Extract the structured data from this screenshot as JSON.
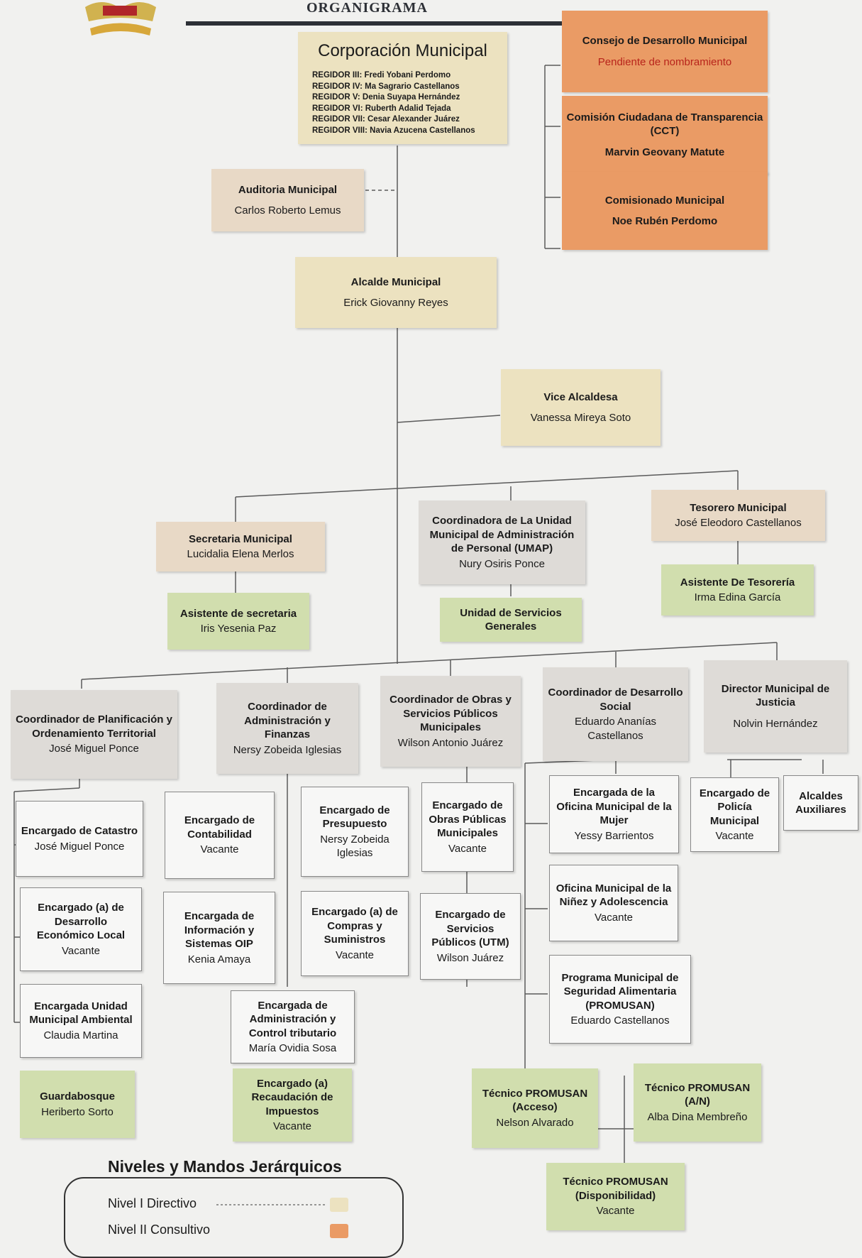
{
  "header": {
    "title": "ORGANIGRAMA"
  },
  "corporacion": {
    "title": "Corporación Municipal",
    "regidores": [
      "REGIDOR III: Fredi Yobani Perdomo",
      "REGIDOR IV: Ma Sagrario Castellanos",
      "REGIDOR V: Denia Suyapa Hernández",
      "REGIDOR VI: Ruberth Adalid Tejada",
      "REGIDOR VII: Cesar Alexander Juárez",
      "REGIDOR VIII: Navia Azucena Castellanos"
    ]
  },
  "consejo": {
    "title": "Consejo de Desarrollo Municipal",
    "status": "Pendiente de nombramiento"
  },
  "cct": {
    "title": "Comisión Ciudadana de Transparencia (CCT)",
    "name": "Marvin Geovany Matute"
  },
  "comisionado": {
    "title": "Comisionado Municipal",
    "name": "Noe Rubén Perdomo"
  },
  "auditoria": {
    "title": "Auditoria Municipal",
    "name": "Carlos Roberto Lemus"
  },
  "alcalde": {
    "title": "Alcalde Municipal",
    "name": "Erick Giovanny Reyes"
  },
  "vice": {
    "title": "Vice Alcaldesa",
    "name": "Vanessa Mireya Soto"
  },
  "secretaria": {
    "title": "Secretaria Municipal",
    "name": "Lucidalia Elena Merlos"
  },
  "umap": {
    "title": "Coordinadora de La Unidad Municipal de Administración de Personal (UMAP)",
    "name": "Nury Osiris Ponce"
  },
  "tesorero": {
    "title": "Tesorero Municipal",
    "name": "José Eleodoro Castellanos"
  },
  "asist_secretaria": {
    "title": "Asistente de secretaria",
    "name": "Iris Yesenia Paz"
  },
  "servicios_generales": {
    "title": "Unidad de Servicios Generales"
  },
  "asist_tesoreria": {
    "title": "Asistente De Tesorería",
    "name": "Irma Edina García"
  },
  "coord_planificacion": {
    "title": "Coordinador de Planificación y Ordenamiento Territorial",
    "name": "José Miguel Ponce"
  },
  "coord_finanzas": {
    "title": "Coordinador de Administración y Finanzas",
    "name": "Nersy Zobeida Iglesias"
  },
  "coord_obras": {
    "title": "Coordinador de Obras y Servicios Públicos Municipales",
    "name": "Wilson Antonio Juárez"
  },
  "coord_social": {
    "title": "Coordinador de Desarrollo Social",
    "name": "Eduardo Ananías Castellanos"
  },
  "director_justicia": {
    "title": "Director Municipal de Justicia",
    "name": "Nolvin Hernández"
  },
  "catastro": {
    "title": "Encargado de Catastro",
    "name": "José Miguel Ponce"
  },
  "desarrollo_economico": {
    "title": "Encargado (a) de Desarrollo Económico Local",
    "name": "Vacante"
  },
  "ambiental": {
    "title": "Encargada Unidad Municipal Ambiental",
    "name": "Claudia Martina"
  },
  "guardabosque": {
    "title": "Guardabosque",
    "name": "Heriberto Sorto"
  },
  "contabilidad": {
    "title": "Encargado de Contabilidad",
    "name": "Vacante"
  },
  "informacion": {
    "title": "Encargada de Información y Sistemas OIP",
    "name": "Kenia Amaya"
  },
  "presupuesto": {
    "title": "Encargado de Presupuesto",
    "name": "Nersy Zobeida Iglesias"
  },
  "compras": {
    "title": "Encargado (a) de Compras y Suministros",
    "name": "Vacante"
  },
  "control_tributario": {
    "title": "Encargada de Administración y Control tributario",
    "name": "María Ovidia Sosa"
  },
  "recaudacion": {
    "title": "Encargado (a) Recaudación de Impuestos",
    "name": "Vacante"
  },
  "obras_publicas": {
    "title": "Encargado de Obras Públicas Municipales",
    "name": "Vacante"
  },
  "servicios_publicos": {
    "title": "Encargado de Servicios Públicos (UTM)",
    "name": "Wilson Juárez"
  },
  "oficina_mujer": {
    "title": "Encargada de la Oficina Municipal de la Mujer",
    "name": "Yessy Barrientos"
  },
  "ninez": {
    "title": "Oficina Municipal de la Niñez y Adolescencia",
    "name": "Vacante"
  },
  "promusan": {
    "title": "Programa Municipal de Seguridad Alimentaria (PROMUSAN)",
    "name": "Eduardo Castellanos"
  },
  "tec_acceso": {
    "title": "Técnico PROMUSAN (Acceso)",
    "name": "Nelson Alvarado"
  },
  "tec_an": {
    "title": "Técnico PROMUSAN (A/N)",
    "name": "Alba Dina Membreño"
  },
  "tec_disp": {
    "title": "Técnico PROMUSAN (Disponibilidad)",
    "name": "Vacante"
  },
  "policia": {
    "title": "Encargado de Policía Municipal",
    "name": "Vacante"
  },
  "alcaldes_aux": {
    "title": "Alcaldes Auxiliares"
  },
  "legend": {
    "title": "Niveles y Mandos Jerárquicos",
    "items": [
      {
        "label": "Nivel I Directivo",
        "color": "#ece2c0"
      },
      {
        "label": "Nivel II Consultivo",
        "color": "#ea9b65"
      }
    ]
  },
  "colors": {
    "directivo": "#ece2c0",
    "consultivo": "#ea9b65",
    "apoyo": "#e8d9c6",
    "operativo": "#dedbd7",
    "asistente": "#d1deae"
  }
}
